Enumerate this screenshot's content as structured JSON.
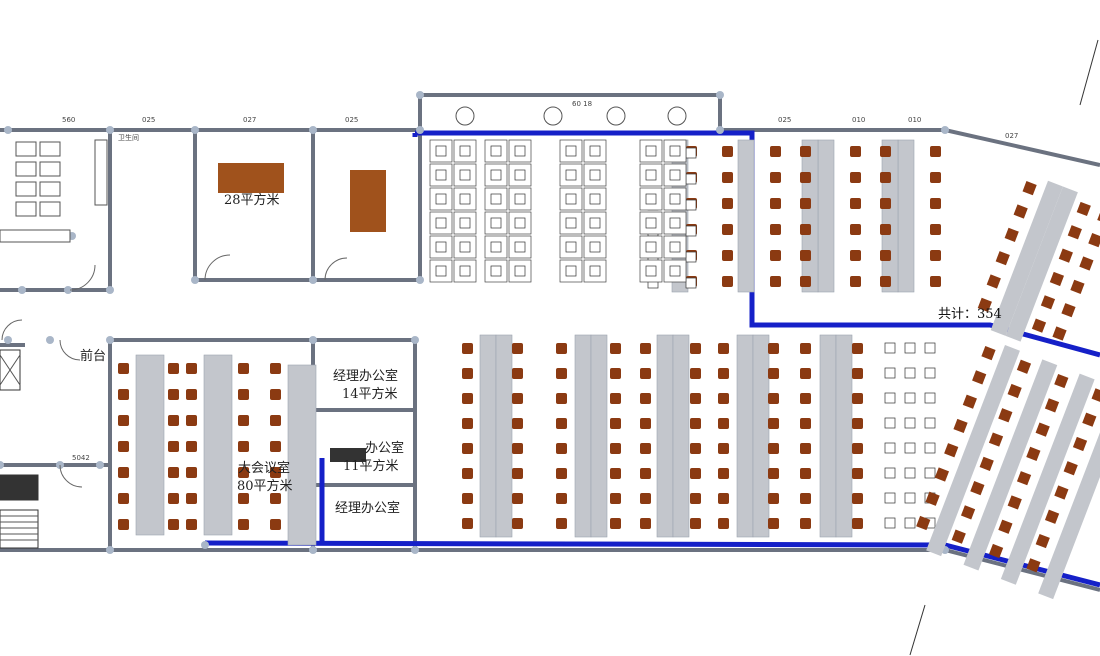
{
  "labels": {
    "room_28": "28平方米",
    "meeting_big_1": "大会议室",
    "meeting_big_2": "80平方米",
    "manager_office_1": "经理办公室",
    "manager_office_1_area": "14平方米",
    "manager_office_2": "办公室",
    "manager_office_2_area": "11平方米",
    "manager_office_3": "经理办公室",
    "total": "共计：354",
    "front_desk": "前台",
    "toilet_label": "卫生间",
    "dim_1": "560",
    "dim_2": "025",
    "dim_3": "027",
    "dim_4": "025",
    "dim_5": "025",
    "dim_6": "010",
    "dim_7": "010",
    "dim_8": "027",
    "dim_9": "60 18",
    "dim_10": "5042"
  },
  "colors": {
    "wall": "#6b7280",
    "wall_dark": "#4b5563",
    "zone_outline": "#1520c8",
    "desk_gray": "#c3c6cc",
    "chair_brown": "#8b3a12",
    "table_brown": "#a0521c",
    "node": "#a9b6c8"
  }
}
